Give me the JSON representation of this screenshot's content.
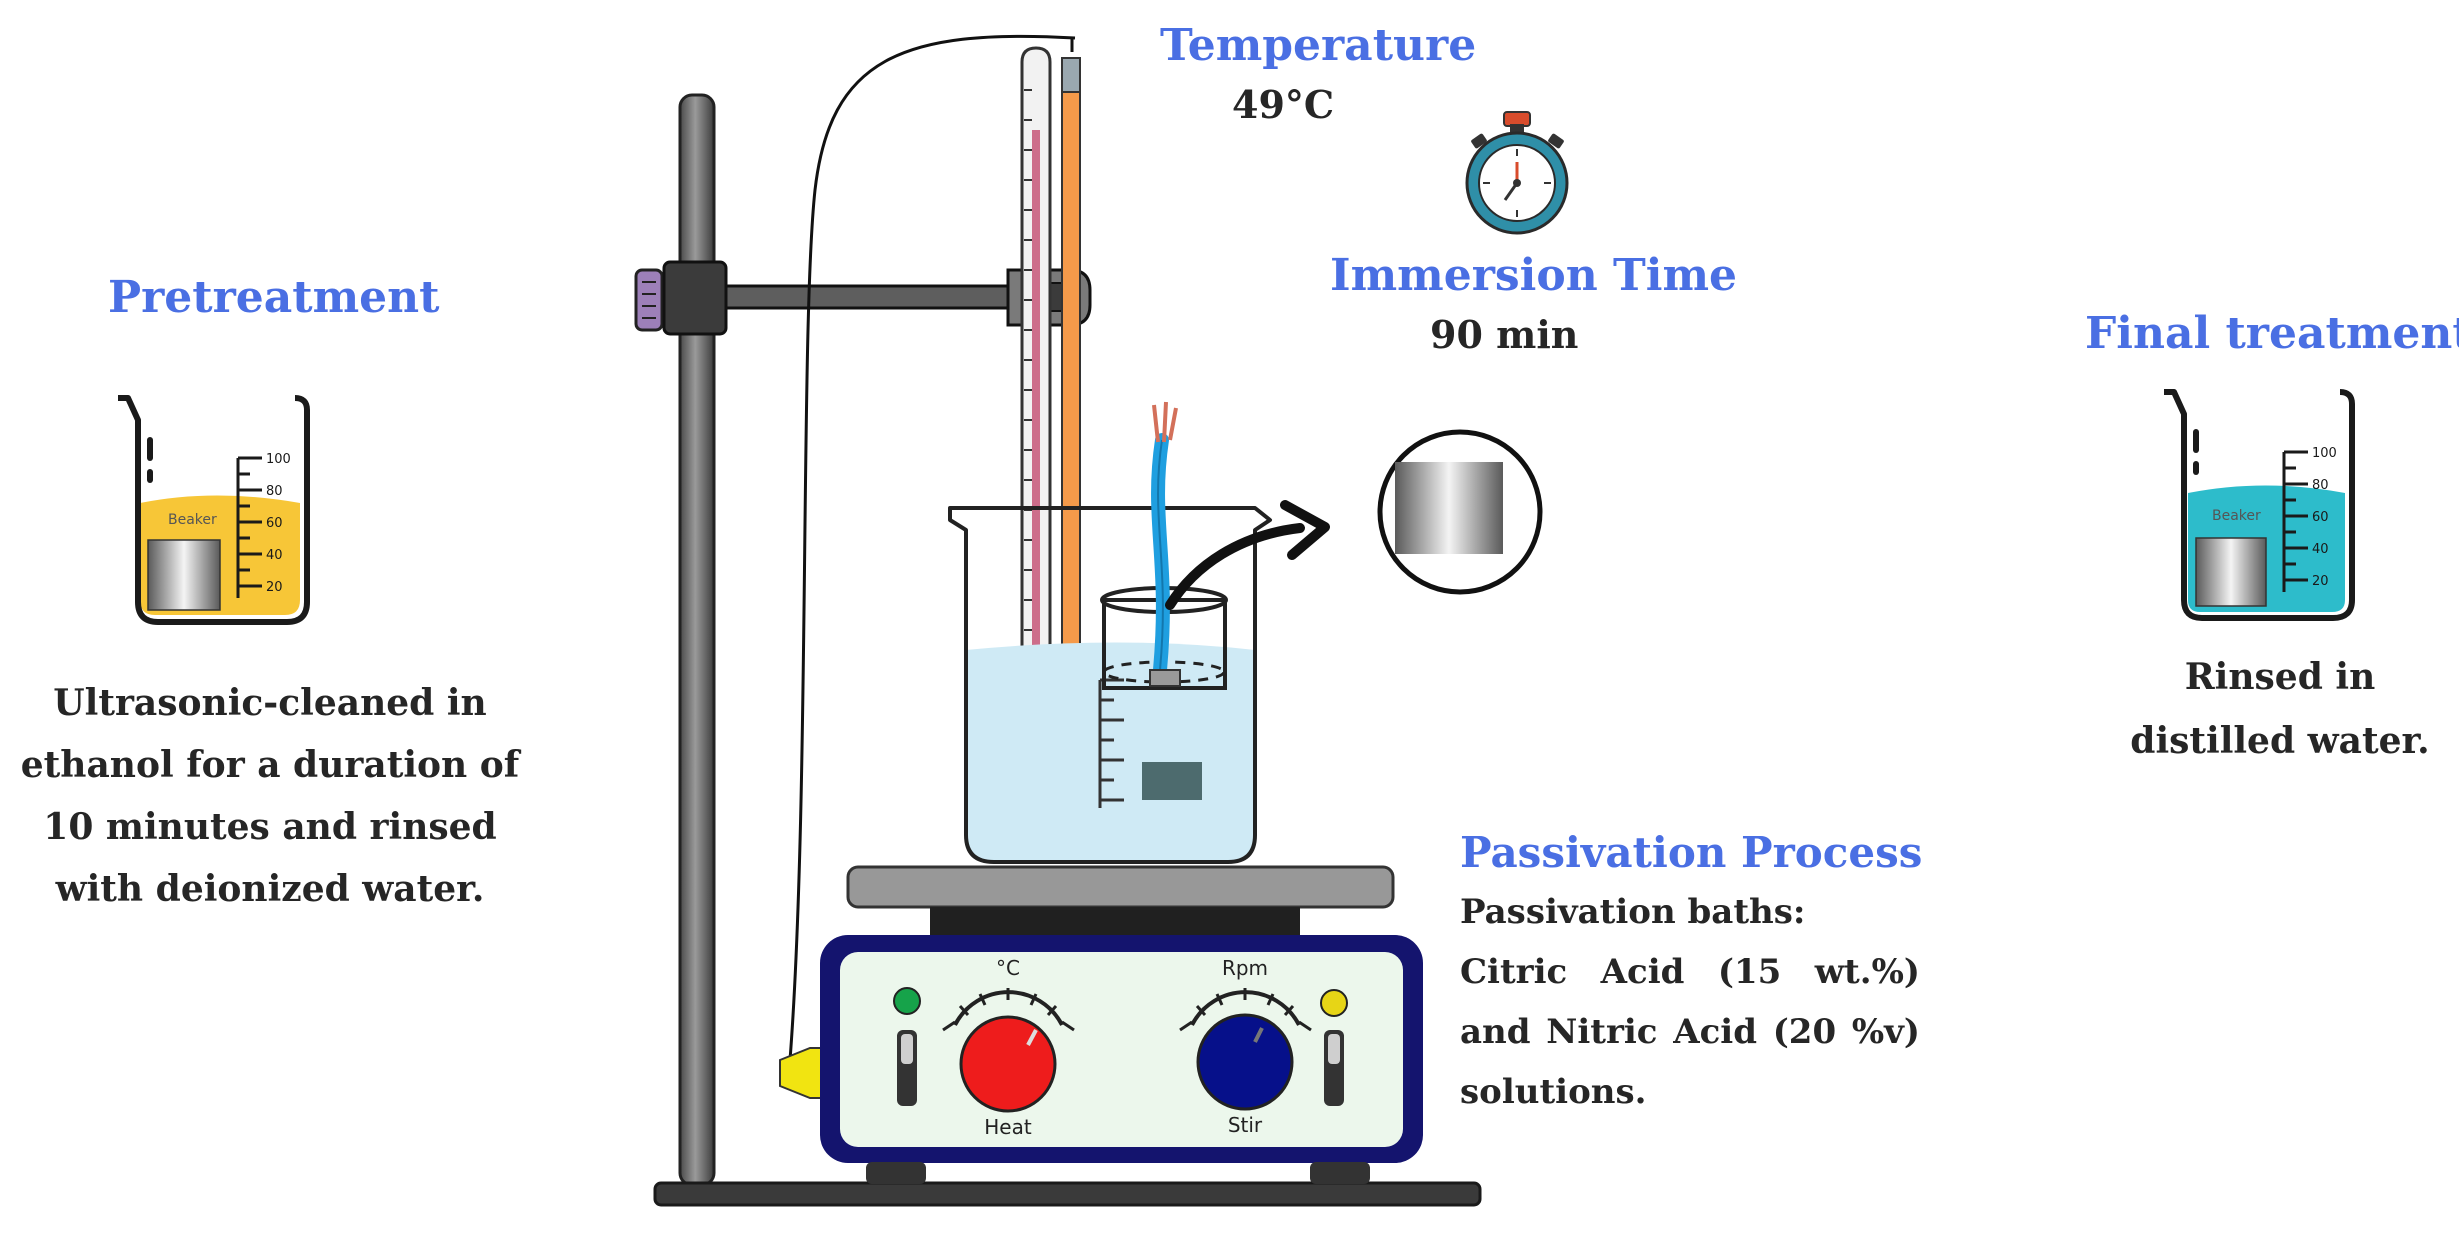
{
  "pretreatment": {
    "title": "Pretreatment",
    "description": "Ultrasonic-cleaned in ethanol for a duration of 10 minutes and rinsed with deionized water.",
    "beaker_label": "Beaker",
    "scale": [
      "100",
      "80",
      "60",
      "40",
      "20"
    ],
    "liquid_color": "#f7c637"
  },
  "temperature": {
    "title": "Temperature",
    "value": "49°C"
  },
  "immersion": {
    "title": "Immersion Time",
    "value": "90 min"
  },
  "final_treatment": {
    "title": "Final treatment",
    "description": "Rinsed in distilled water.",
    "beaker_label": "Beaker",
    "scale": [
      "100",
      "80",
      "60",
      "40",
      "20"
    ],
    "liquid_color": "#2dbccb"
  },
  "passivation": {
    "title": "Passivation Process",
    "line1": "Passivation baths:",
    "line2": [
      "Citric",
      "Acid",
      "(15",
      "wt.%)"
    ],
    "line3": [
      "and",
      "Nitric",
      "Acid",
      "(20",
      "%v)"
    ],
    "line4": "solutions."
  },
  "hotplate": {
    "heat_unit": "°C",
    "heat_label": "Heat",
    "stir_unit": "Rpm",
    "stir_label": "Stir",
    "heat_knob_color": "#ee1c1c",
    "stir_knob_color": "#06108a"
  },
  "colors": {
    "title_blue": "#4a6fe3",
    "text_dark": "#262626",
    "bath_liquid": "#cfeaf5"
  }
}
